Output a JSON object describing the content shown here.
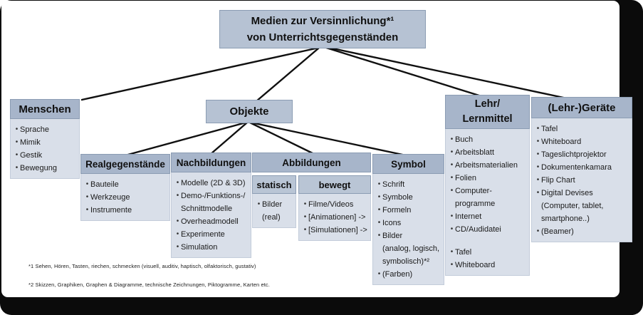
{
  "title": {
    "text": "Medien zur Versinnlichung*¹\nvon Unterrichtsgegenständen"
  },
  "nodes": {
    "menschen": {
      "label": "Menschen",
      "items": [
        {
          "text": "Sprache"
        },
        {
          "text": "Mimik"
        },
        {
          "text": "Gestik"
        },
        {
          "text": "Bewegung"
        }
      ]
    },
    "objekte": {
      "label": "Objekte"
    },
    "realgegenstaende": {
      "label": "Realgegenstände",
      "items": [
        {
          "text": "Bauteile"
        },
        {
          "text": "Werkzeuge"
        },
        {
          "text": "Instrumente"
        }
      ]
    },
    "nachbildungen": {
      "label": "Nachbildungen",
      "items": [
        {
          "text": "Modelle (2D & 3D)"
        },
        {
          "text": "Demo-/Funktions-/"
        },
        {
          "text": "Schnittmodelle",
          "cont": true
        },
        {
          "text": "Overheadmodell"
        },
        {
          "text": "Experimente"
        },
        {
          "text": "Simulation"
        }
      ]
    },
    "abbildungen": {
      "label": "Abbildungen",
      "statisch": {
        "label": "statisch",
        "items": [
          {
            "text": "Bilder"
          },
          {
            "text": "(real)",
            "cont": true
          }
        ]
      },
      "bewegt": {
        "label": "bewegt",
        "items": [
          {
            "text": "Filme/Videos"
          },
          {
            "text": "[Animationen] ->"
          },
          {
            "text": "[Simulationen] ->"
          }
        ]
      }
    },
    "symbol": {
      "label": "Symbol",
      "items": [
        {
          "text": "Schrift"
        },
        {
          "text": "Symbole"
        },
        {
          "text": "Formeln"
        },
        {
          "text": "Icons"
        },
        {
          "text": "Bilder"
        },
        {
          "text": "(analog, logisch,",
          "cont": true
        },
        {
          "text": "symbolisch)*²",
          "cont": true
        },
        {
          "text": "(Farben)"
        }
      ]
    },
    "lehrlernmittel": {
      "label": "Lehr/\nLernmittel",
      "items": [
        {
          "text": "Buch"
        },
        {
          "text": "Arbeitsblatt"
        },
        {
          "text": "Arbeitsmaterialien"
        },
        {
          "text": "Folien"
        },
        {
          "text": "Computer-"
        },
        {
          "text": "programme",
          "cont": true
        },
        {
          "text": "Internet"
        },
        {
          "text": "CD/Audidatei"
        },
        {
          "text": "Tafel",
          "gap": true
        },
        {
          "text": "Whiteboard"
        }
      ]
    },
    "geraete": {
      "label": "(Lehr-)Geräte",
      "items": [
        {
          "text": "Tafel"
        },
        {
          "text": "Whiteboard"
        },
        {
          "text": "Tageslichtprojektor"
        },
        {
          "text": "Dokumentenkamara"
        },
        {
          "text": "Flip Chart"
        },
        {
          "text": "Digital Devises"
        },
        {
          "text": "(Computer, tablet,",
          "cont": true
        },
        {
          "text": "smartphone..)",
          "cont": true
        },
        {
          "text": "(Beamer)"
        }
      ]
    }
  },
  "footnotes": [
    "*1 Sehen, Hören, Tasten, riechen, schmecken (visuell, auditiv, haptisch, olfaktorisch, gustativ)",
    "*2 Skizzen, Graphiken, Graphen & Diagramme, technische Zeichnungen, Piktogramme, Karten etc."
  ],
  "colors": {
    "header_bg": "#a7b5ca",
    "title_bg": "#b6c2d3",
    "subheader_bg": "#b9c5d5",
    "body_bg": "#d9dfe9",
    "line": "#101010",
    "frame": "#0b0b0b"
  },
  "edges": [
    [
      452,
      66,
      115,
      140
    ],
    [
      447,
      68,
      360,
      142
    ],
    [
      455,
      66,
      676,
      135
    ],
    [
      458,
      66,
      796,
      138
    ],
    [
      345,
      172,
      176,
      218
    ],
    [
      347,
      172,
      296,
      216
    ],
    [
      351,
      172,
      441,
      216
    ],
    [
      353,
      172,
      570,
      218
    ]
  ]
}
